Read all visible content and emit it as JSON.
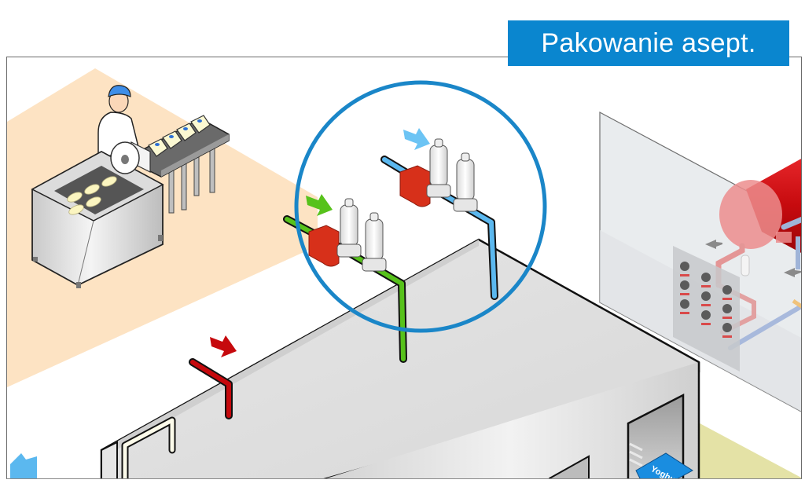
{
  "title": {
    "label": "Pakowanie asept.",
    "background_color": "#0a86cf",
    "text_color": "#ffffff"
  },
  "scene": {
    "description": "Isometric illustration of an aseptic packaging line with compressed air filtration",
    "highlight_circle_color": "#1a86c8",
    "elements": {
      "worker": {
        "name": "worker",
        "cap_color": "#3f8ee8"
      },
      "packing_table": {
        "name": "packing-table-with-film-roll"
      },
      "conveyor": {
        "name": "conveyor-with-packages",
        "package_count": 4
      },
      "filter_assembly_green": {
        "name": "green-line-filter-set",
        "pipe_color": "#57c21b",
        "arrow_color": "#57c21b",
        "prefilter_color": "#d7301a"
      },
      "filter_assembly_blue": {
        "name": "blue-line-filter-set",
        "pipe_color": "#5bb8ef",
        "arrow_color": "#6cc4f4",
        "prefilter_color": "#d7301a"
      },
      "red_pipe": {
        "name": "red-supply-pipe",
        "pipe_color": "#c6090d",
        "arrow_color": "#c6090d"
      },
      "compressor_room": {
        "name": "compressor-room",
        "tank_color": "#cf0b10",
        "gauge_count": 9
      },
      "machine": {
        "name": "aseptic-packaging-machine"
      },
      "product": {
        "label": "Yoghu",
        "color": "#1a8de0"
      }
    }
  }
}
